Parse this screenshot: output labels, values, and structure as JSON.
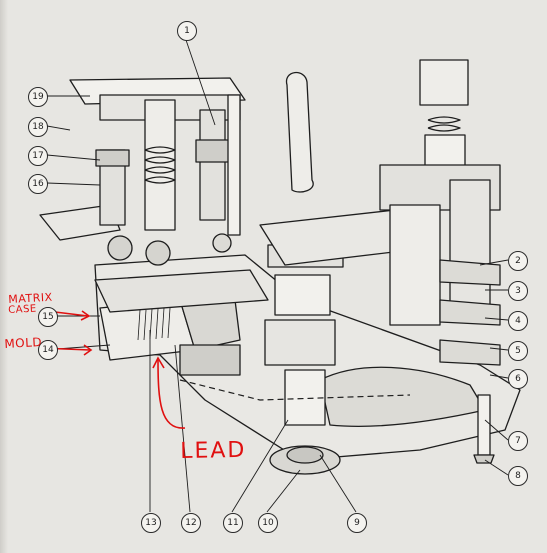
{
  "callouts": {
    "c1": "1",
    "c2": "2",
    "c3": "3",
    "c4": "4",
    "c5": "5",
    "c6": "6",
    "c7": "7",
    "c8": "8",
    "c9": "9",
    "c10": "10",
    "c11": "11",
    "c12": "12",
    "c13": "13",
    "c14": "14",
    "c15": "15",
    "c16": "16",
    "c17": "17",
    "c18": "18",
    "c19": "19"
  },
  "annotations": {
    "matrix": "MATRIX",
    "case": "CASE",
    "mold": "MOLD",
    "lead": "LEAD"
  },
  "colors": {
    "paper": "#e7e6e2",
    "ink": "#1e1e1e",
    "annotation": "#e01010"
  }
}
